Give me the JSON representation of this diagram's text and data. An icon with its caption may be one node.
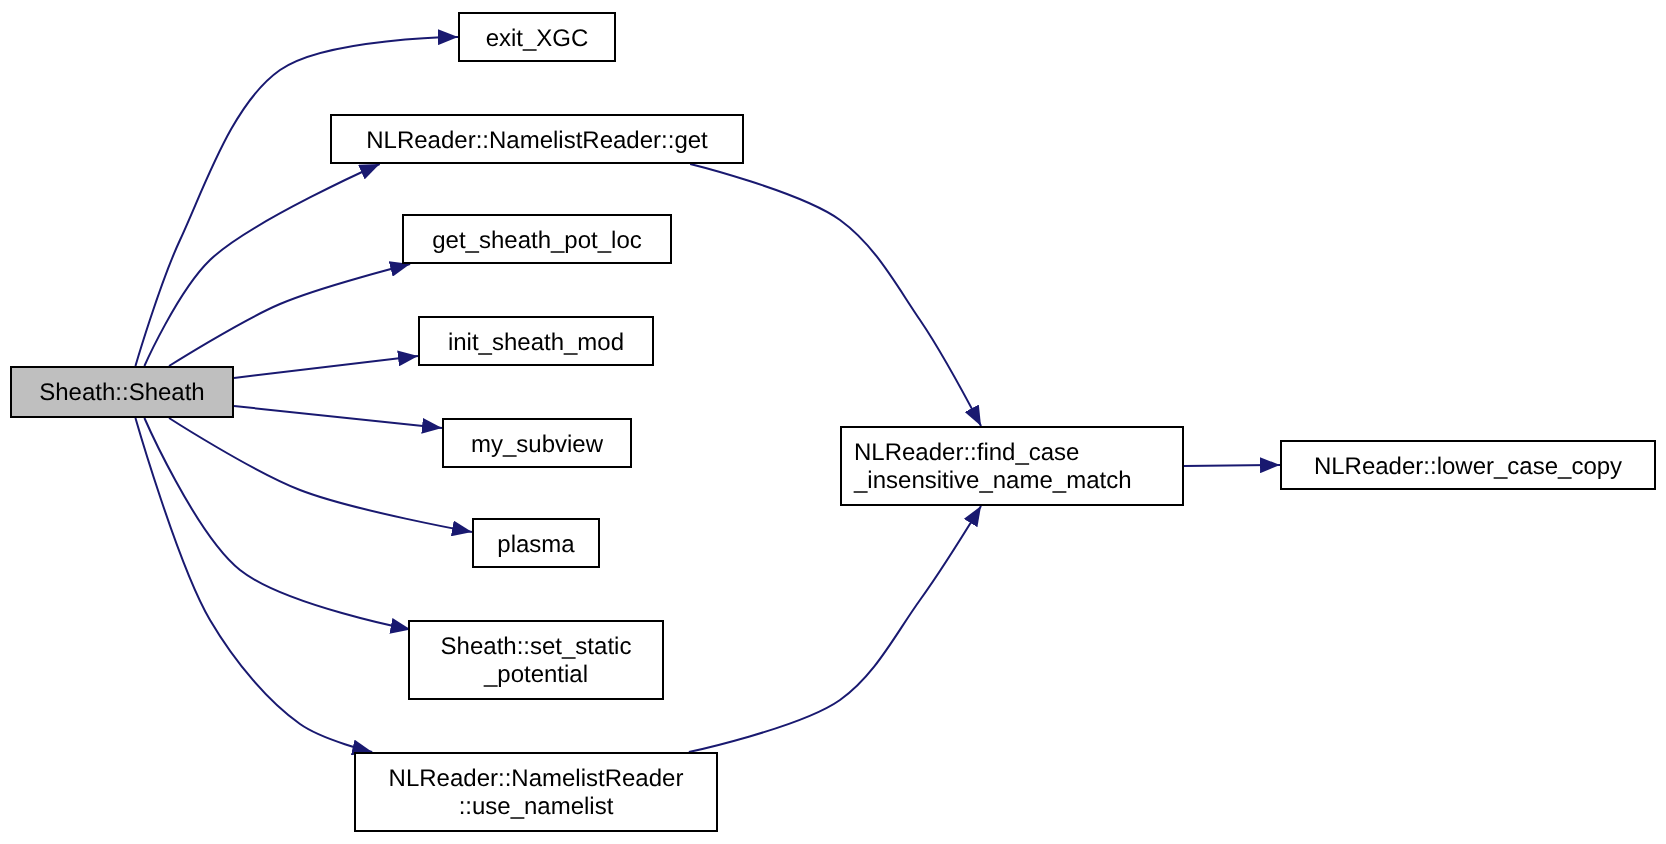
{
  "diagram": {
    "nodes": [
      {
        "text": [
          "Sheath::Sheath"
        ]
      },
      {
        "text": [
          "exit_XGC"
        ]
      },
      {
        "text": [
          "NLReader::NamelistReader::get"
        ]
      },
      {
        "text": [
          "get_sheath_pot_loc"
        ]
      },
      {
        "text": [
          "init_sheath_mod"
        ]
      },
      {
        "text": [
          "my_subview"
        ]
      },
      {
        "text": [
          "plasma"
        ]
      },
      {
        "text": [
          "Sheath::set_static _potential"
        ]
      },
      {
        "text": [
          "NLReader::NamelistReader ::use_namelist"
        ]
      },
      {
        "text": [
          "NLReader::find_case _insensitive_name_match"
        ]
      },
      {
        "text": [
          "NLReader::lower_case_copy"
        ]
      }
    ],
    "edges": [
      {
        "from": 0,
        "to": 1,
        "arrow": "to"
      },
      {
        "from": 0,
        "to": 2,
        "arrow": "to"
      },
      {
        "from": 0,
        "to": 3,
        "arrow": "to"
      },
      {
        "from": 0,
        "to": 4,
        "arrow": "to"
      },
      {
        "from": 0,
        "to": 5,
        "arrow": "to"
      },
      {
        "from": 0,
        "to": 6,
        "arrow": "to"
      },
      {
        "from": 0,
        "to": 7,
        "arrow": "to"
      },
      {
        "from": 0,
        "to": 8,
        "arrow": "to"
      },
      {
        "from": 2,
        "to": 9,
        "arrow": "to"
      },
      {
        "from": 8,
        "to": 9,
        "arrow": "to"
      },
      {
        "from": 9,
        "to": 10,
        "arrow": "to"
      }
    ]
  }
}
